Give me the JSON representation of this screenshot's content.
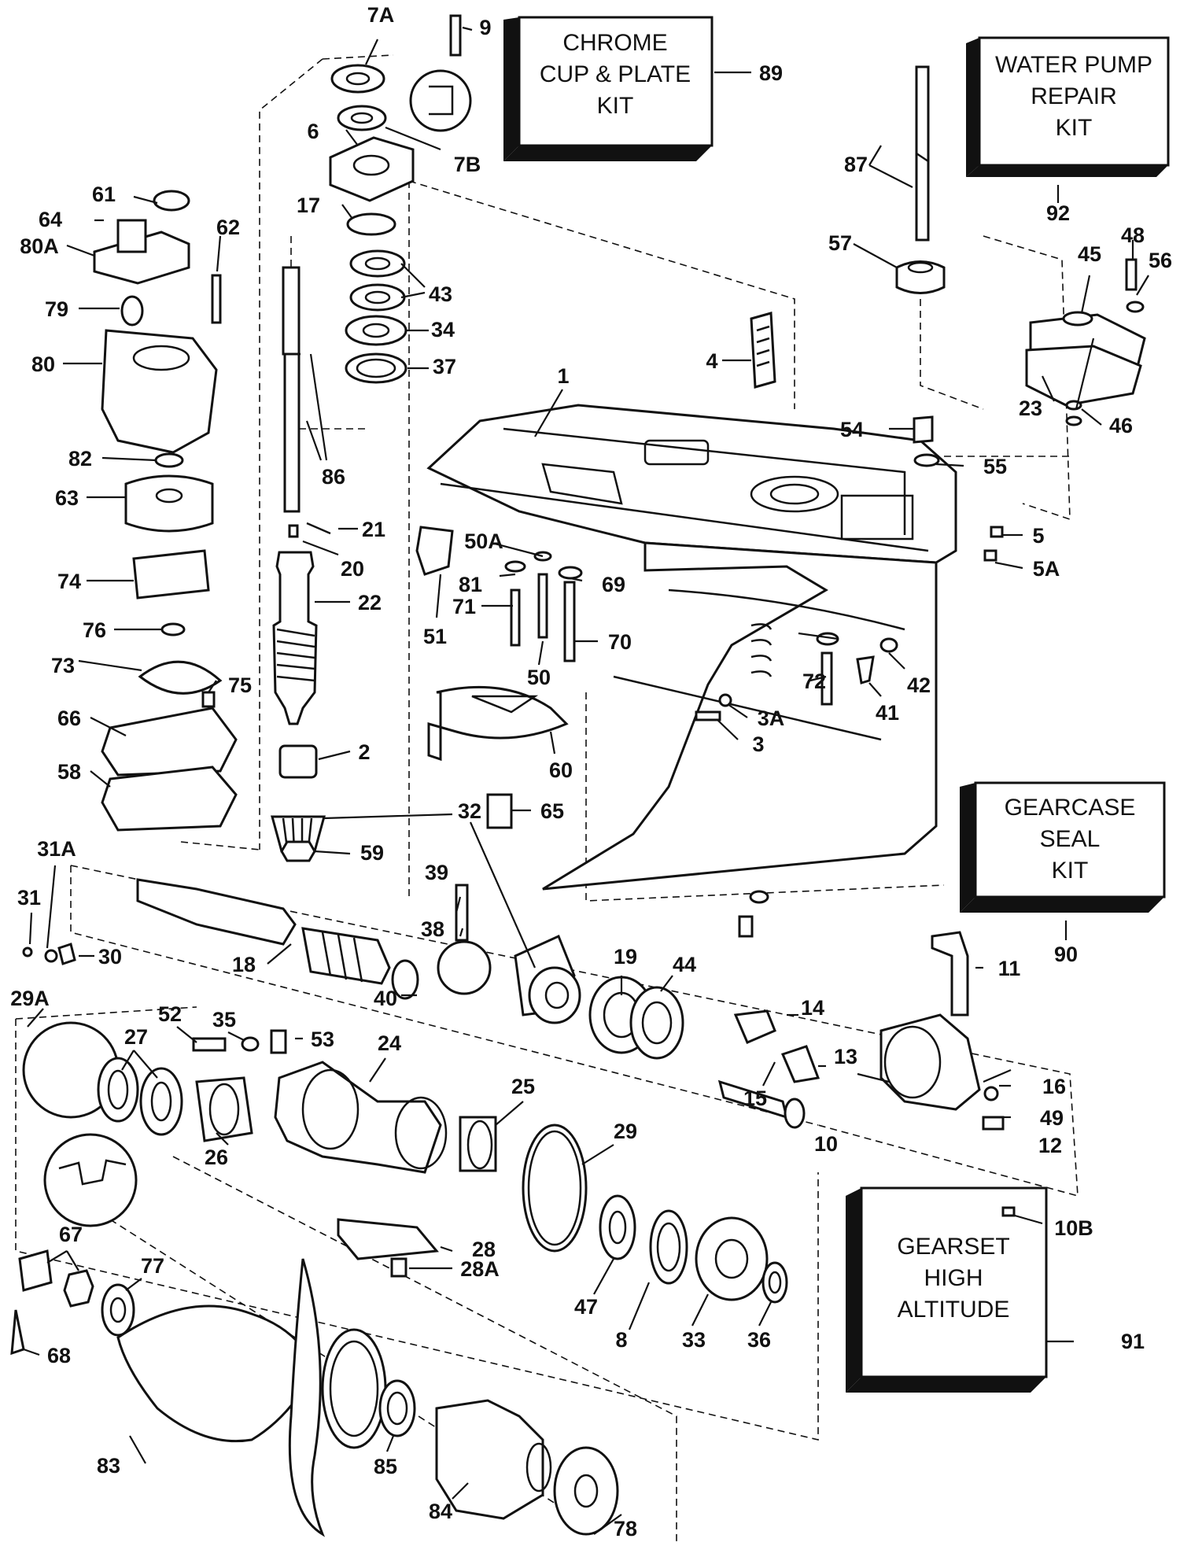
{
  "kits": {
    "chrome_cup": [
      "CHROME",
      "CUP & PLATE",
      "KIT"
    ],
    "water_pump": [
      "WATER PUMP",
      "REPAIR",
      "KIT"
    ],
    "gearcase_seal": [
      "GEARCASE",
      "SEAL",
      "KIT"
    ],
    "gearset": [
      "GEARSET",
      "HIGH",
      "ALTITUDE"
    ]
  },
  "labels": [
    "7A",
    "9",
    "89",
    "6",
    "7B",
    "17",
    "43",
    "34",
    "37",
    "61",
    "64",
    "80A",
    "62",
    "79",
    "80",
    "82",
    "63",
    "74",
    "76",
    "73",
    "75",
    "66",
    "58",
    "86",
    "21",
    "20",
    "22",
    "2",
    "32",
    "59",
    "87",
    "92",
    "57",
    "45",
    "48",
    "56",
    "23",
    "46",
    "4",
    "1",
    "54",
    "55",
    "5",
    "5A",
    "50A",
    "81",
    "69",
    "71",
    "70",
    "51",
    "50",
    "72",
    "42",
    "41",
    "3A",
    "3",
    "60",
    "65",
    "31A",
    "31",
    "30",
    "29A",
    "18",
    "39",
    "38",
    "40",
    "19",
    "44",
    "52",
    "35",
    "53",
    "27",
    "26",
    "24",
    "25",
    "29",
    "14",
    "13",
    "15",
    "16",
    "49",
    "12",
    "10",
    "10B",
    "11",
    "90",
    "28",
    "28A",
    "47",
    "8",
    "33",
    "36",
    "67",
    "77",
    "68",
    "83",
    "85",
    "84",
    "78",
    "91"
  ]
}
